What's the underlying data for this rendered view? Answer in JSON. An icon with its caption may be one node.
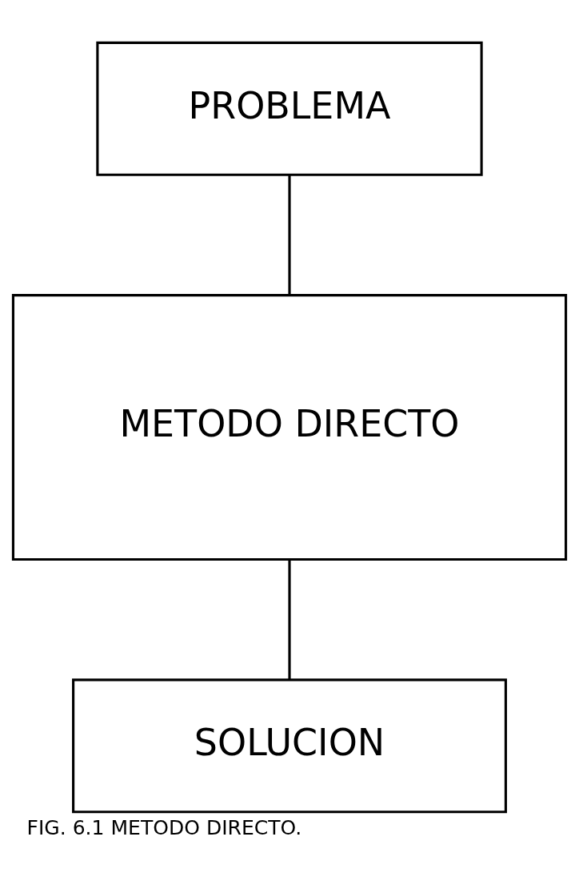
{
  "diagram": {
    "caption": "FIG. 6.1 METODO DIRECTO.",
    "nodes": [
      {
        "text": [
          "PROBLEMA"
        ]
      },
      {
        "text": [
          "METODO DIRECTO"
        ]
      },
      {
        "text": [
          "SOLUCION"
        ]
      }
    ],
    "edges": [
      {
        "from": 0,
        "to": 1,
        "arrow": "none"
      },
      {
        "from": 1,
        "to": 2,
        "arrow": "none"
      }
    ]
  }
}
